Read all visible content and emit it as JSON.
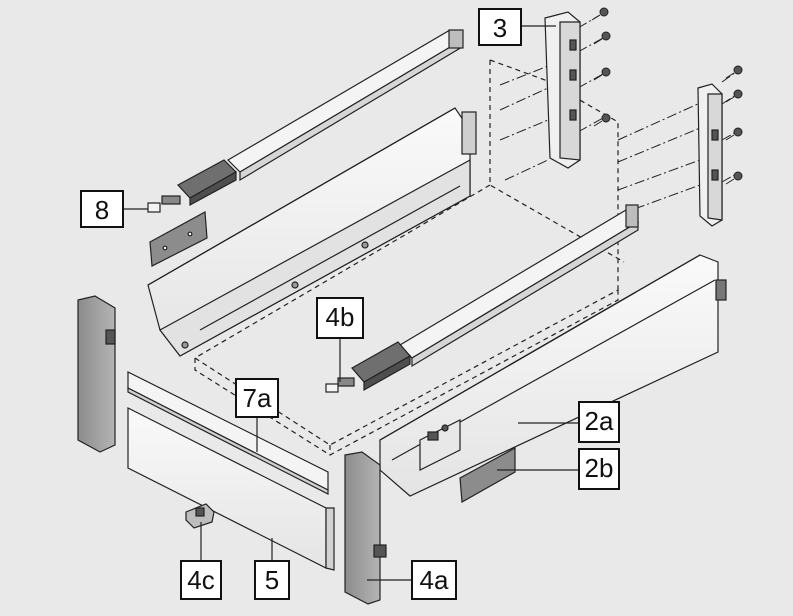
{
  "diagram": {
    "background_color": "#e9e9e9",
    "part_fill": "#f4f4f4",
    "part_stroke": "#222222",
    "grey_part_fill": "#9a9a9a",
    "dark_part_fill": "#6f6f6f",
    "labels": {
      "label_3": "3",
      "label_8": "8",
      "label_4b": "4b",
      "label_7a": "7a",
      "label_2a": "2a",
      "label_2b": "2b",
      "label_4c": "4c",
      "label_5": "5",
      "label_4a": "4a"
    }
  }
}
